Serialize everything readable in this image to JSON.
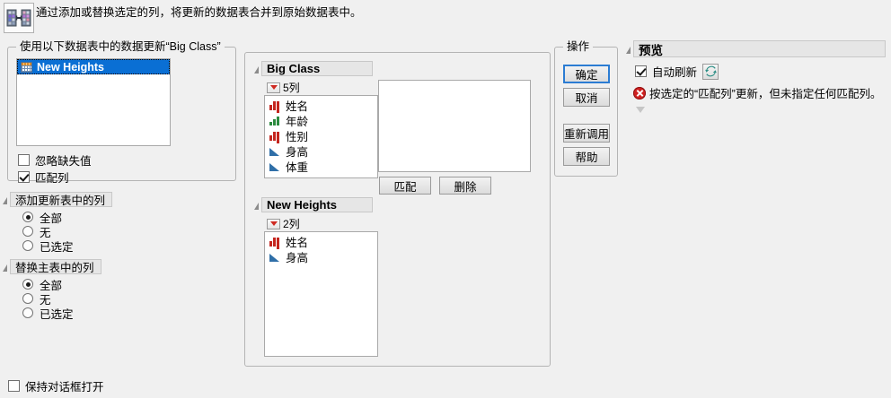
{
  "header": {
    "icon": "merge-tables-icon",
    "title": "通过添加或替换选定的列，将更新的数据表合并到原始数据表中。"
  },
  "source_panel": {
    "legend": "使用以下数据表中的数据更新“Big Class”",
    "table_list": [
      {
        "label": "New Heights",
        "icon": "data-table-icon",
        "selected": true
      }
    ],
    "checkboxes": [
      {
        "label": "忽略缺失值",
        "checked": false
      },
      {
        "label": "匹配列",
        "checked": true
      }
    ]
  },
  "add_columns_section": {
    "title": "添加更新表中的列",
    "options": [
      {
        "label": "全部",
        "selected": true
      },
      {
        "label": "无",
        "selected": false
      },
      {
        "label": "已选定",
        "selected": false
      }
    ]
  },
  "replace_columns_section": {
    "title": "替换主表中的列",
    "options": [
      {
        "label": "全部",
        "selected": true
      },
      {
        "label": "无",
        "selected": false
      },
      {
        "label": "已选定",
        "selected": false
      }
    ]
  },
  "columns_panel": {
    "tables": [
      {
        "name": "Big Class",
        "count_label": "5列",
        "columns": [
          {
            "label": "姓名",
            "type": "nominal-red"
          },
          {
            "label": "年龄",
            "type": "ordinal-green"
          },
          {
            "label": "性别",
            "type": "nominal-red"
          },
          {
            "label": "身高",
            "type": "continuous-blue"
          },
          {
            "label": "体重",
            "type": "continuous-blue"
          }
        ]
      },
      {
        "name": "New Heights",
        "count_label": "2列",
        "columns": [
          {
            "label": "姓名",
            "type": "nominal-red"
          },
          {
            "label": "身高",
            "type": "continuous-blue"
          }
        ]
      }
    ],
    "match_list": [],
    "buttons": [
      {
        "label": "匹配"
      },
      {
        "label": "删除"
      }
    ]
  },
  "action_panel": {
    "legend": "操作",
    "buttons": [
      {
        "label": "确定",
        "default": true
      },
      {
        "label": "取消",
        "default": false
      },
      {
        "label": "重新调用",
        "default": false
      },
      {
        "label": "帮助",
        "default": false
      }
    ]
  },
  "preview_panel": {
    "title": "预览",
    "auto_refresh": {
      "label": "自动刷新",
      "checked": true
    },
    "refresh_icon": "refresh-icon",
    "message": {
      "icon": "error-icon",
      "text": "按选定的“匹配列”更新，但未指定任何匹配列。"
    }
  },
  "footer": {
    "keep_open": {
      "label": "保持对话框打开",
      "checked": false
    }
  },
  "colors": {
    "window_bg": "#f0f0f0",
    "selection_blue": "#0a6fd4",
    "default_button_border": "#2b7cd3",
    "error_red": "#cf2020",
    "nominal_red": "#c4251e",
    "ordinal_green": "#2b8a3e",
    "continuous_blue": "#2f6fa8",
    "refresh_teal": "#2e8f86"
  }
}
